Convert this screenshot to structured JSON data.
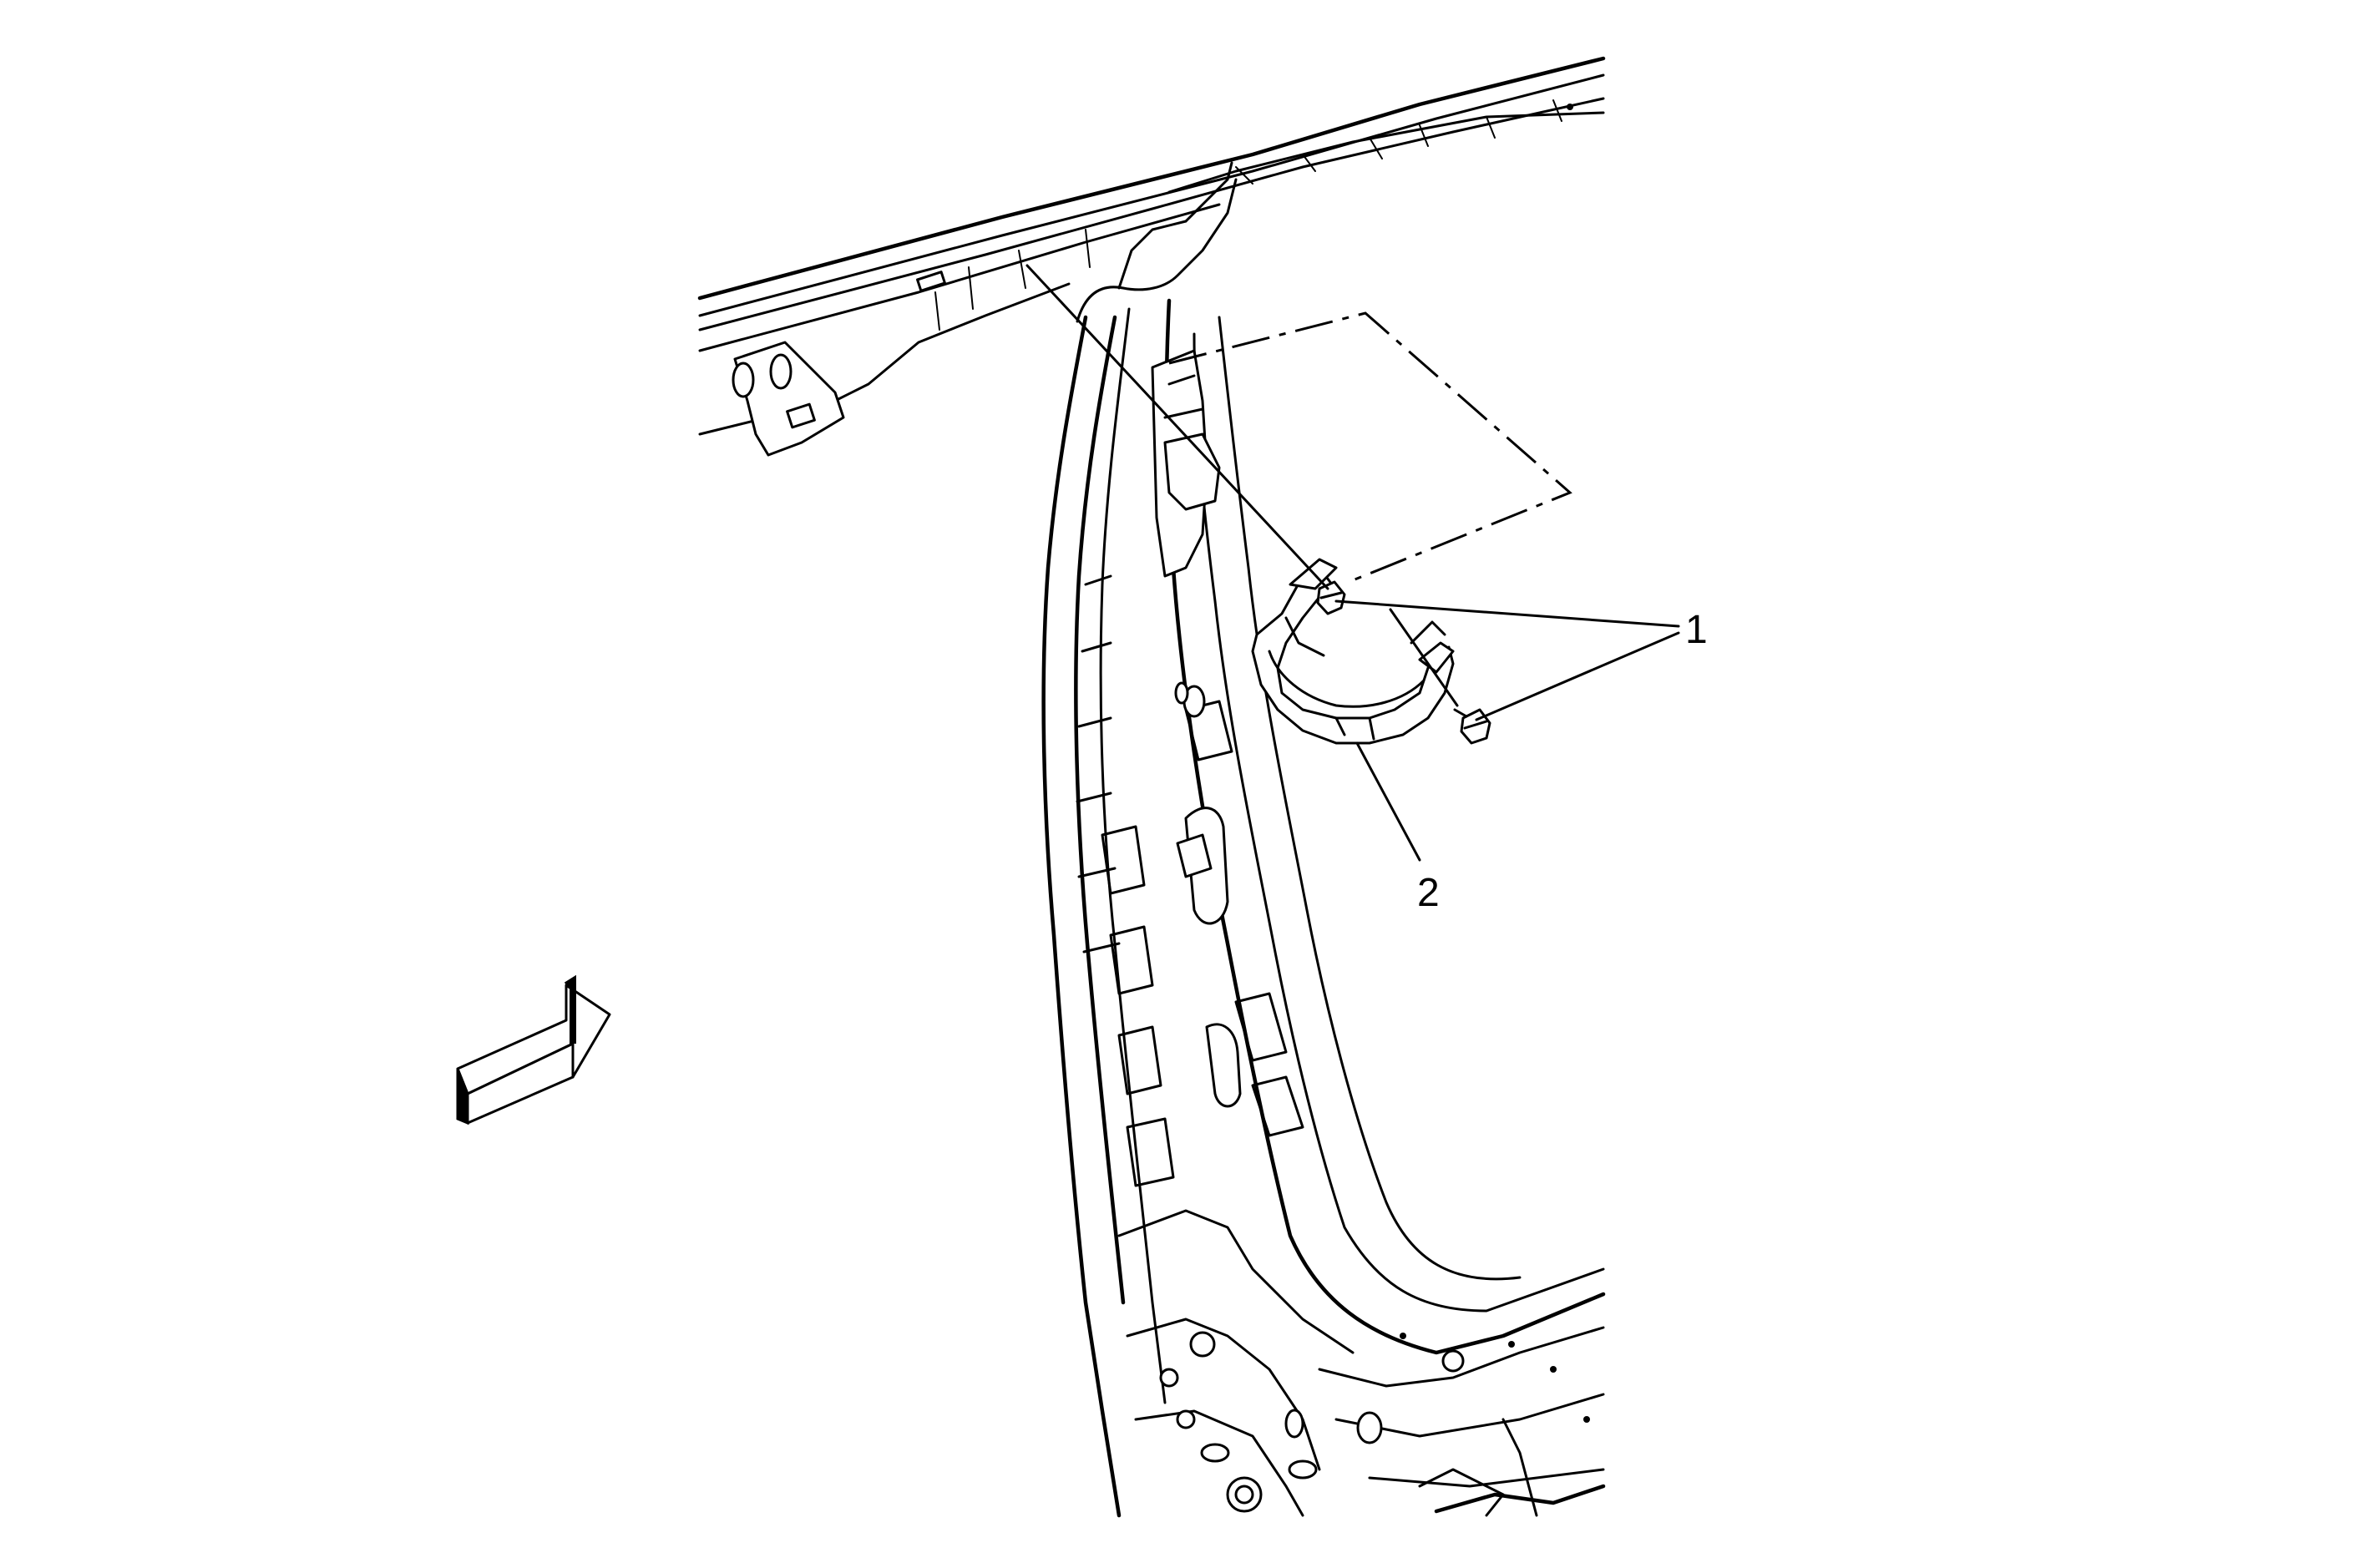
{
  "diagram": {
    "callouts": [
      {
        "id": "callout-1",
        "label": "1",
        "part": "bolt"
      },
      {
        "id": "callout-2",
        "label": "2",
        "part": "assist-handle"
      }
    ],
    "colors": {
      "line": "#000000",
      "background": "#ffffff"
    },
    "icons": {
      "view_direction": "view-direction-arrow-icon"
    }
  }
}
